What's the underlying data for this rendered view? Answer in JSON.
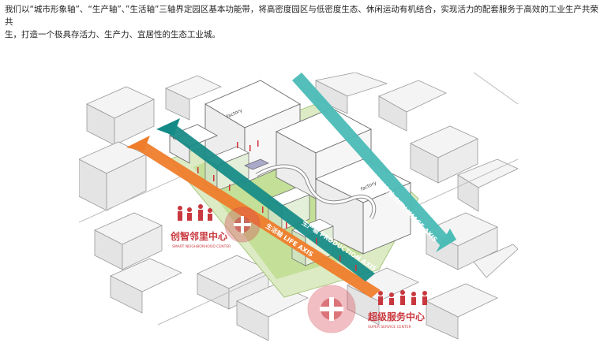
{
  "caption": {
    "line1": "我们以“城市形象轴”、“生产轴”、”生活轴”三轴界定园区基本功能带，将高密度园区与低密度生态、休闲运动有机结合，实现活力的配套服务于高效的工业生产共荣共",
    "line2": "生，打造一个极具存活力、生产力、宜居性的生态工业城。"
  },
  "axes": {
    "city_image": "城市形象轴  CITY IMAGE AXIS",
    "production": "生产轴  PRODUCTION AXIS",
    "life": "生活轴  LIFE AXIS"
  },
  "centers": {
    "smart": {
      "cn": "创智邻里中心",
      "en": "SMART NEIGHBORHOOD CENTER"
    },
    "super": {
      "cn": "超级服务中心",
      "en": "SUPER SERVICE CENTER"
    }
  },
  "building_labels": [
    "factory",
    "factory",
    "factory"
  ],
  "colors": {
    "city_axis": "#4bbcb6",
    "production_axis": "#138a86",
    "life_axis": "#ef7d2c",
    "center_red": "#c9383e",
    "green": "#8dc63f"
  }
}
